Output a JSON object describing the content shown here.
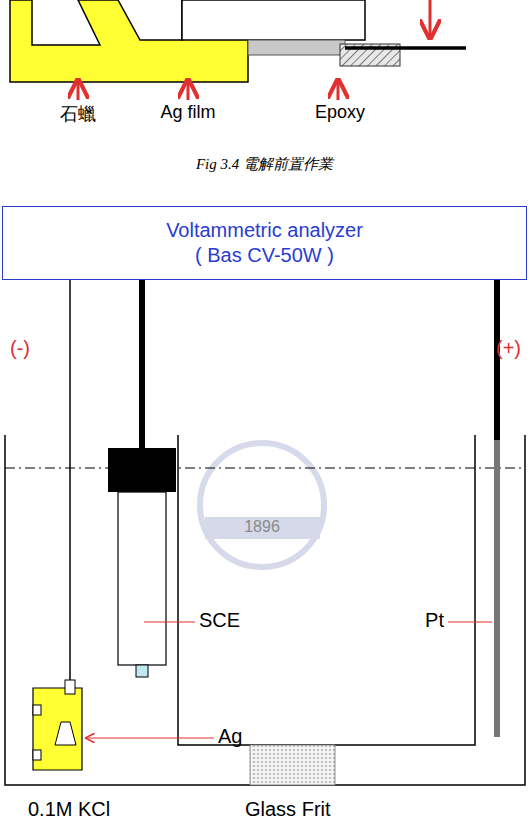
{
  "diagram": {
    "caption": "Fig 3.4 電解前置作業",
    "nodes": [
      {
        "text": [
          "Voltammetric analyzer ( Bas CV-50W )"
        ]
      }
    ],
    "labels": [
      "石蠟",
      "Ag film",
      "Epoxy",
      "(-)",
      "(+)",
      "SCE",
      "Pt",
      "Ag",
      "0.1M KCl",
      "Glass Frit",
      "1896"
    ]
  }
}
